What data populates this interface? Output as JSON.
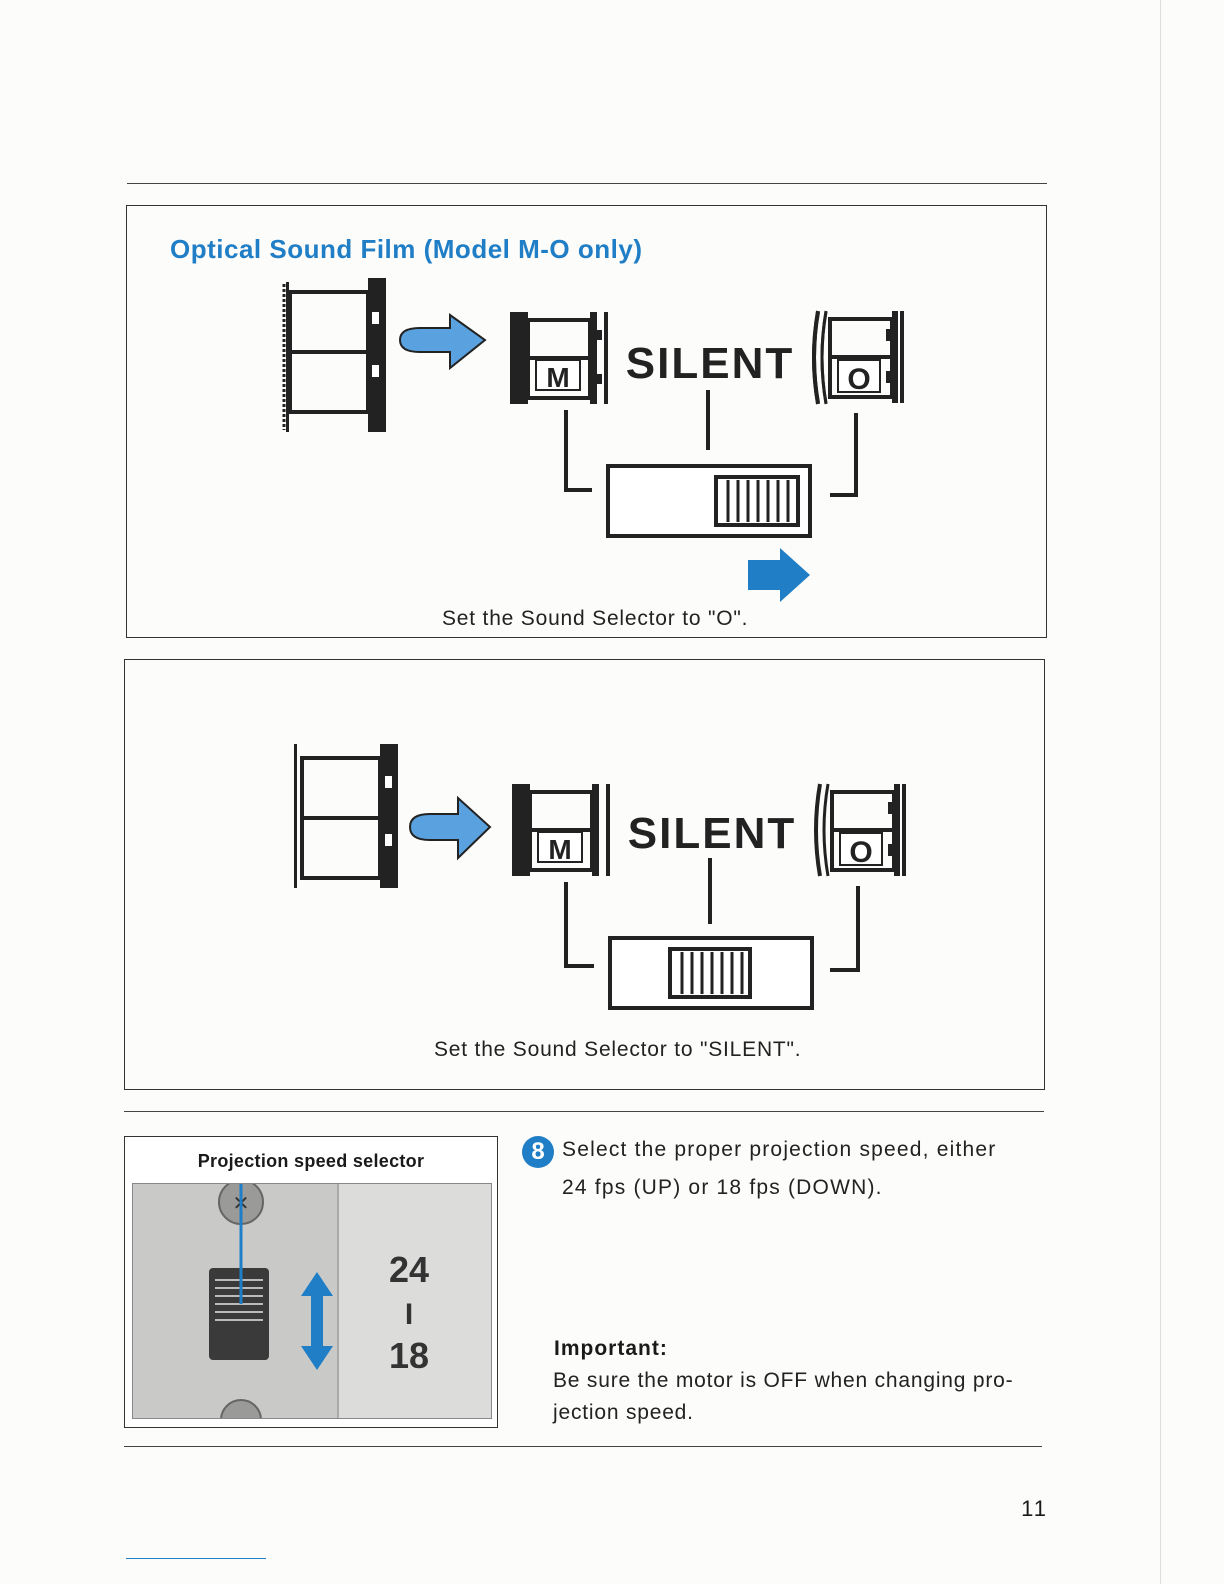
{
  "section1": {
    "title": "Optical Sound Film  (Model M-O only)",
    "label_m": "M",
    "label_silent": "SILENT",
    "label_o": "O",
    "caption": "Set the Sound Selector to \"O\"."
  },
  "section2": {
    "label_m": "M",
    "label_silent": "SILENT",
    "label_o": "O",
    "caption": "Set the Sound Selector to \"SILENT\"."
  },
  "step8": {
    "number": "8",
    "line1": "Select  the  proper  projection  speed,  either",
    "line2": "24  fps  (UP)  or  18  fps  (DOWN).",
    "photo_title": "Projection speed selector",
    "photo_top": "24",
    "photo_sep": "I",
    "photo_bottom": "18",
    "important_label": "Important:",
    "important_line1": "Be sure the motor is OFF when changing pro-",
    "important_line2": "jection speed."
  },
  "page_number": "11",
  "colors": {
    "accent_blue": "#1f7ec6",
    "light_blue": "#5aa2df",
    "ink": "#1a1a1a"
  }
}
